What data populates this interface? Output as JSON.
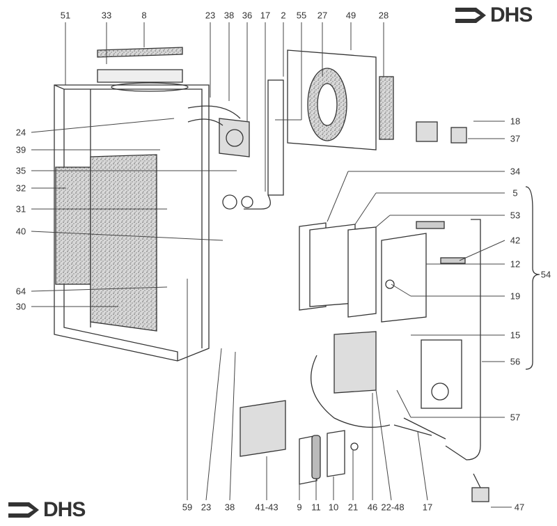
{
  "logos": {
    "top": "DHS",
    "bottom": "DHS"
  },
  "labels": {
    "top": [
      "51",
      "33",
      "8",
      "23",
      "38",
      "36",
      "17",
      "2",
      "55",
      "27",
      "49",
      "28"
    ],
    "left": [
      "24",
      "39",
      "35",
      "32",
      "31",
      "40",
      "64",
      "30"
    ],
    "right": [
      "18",
      "37",
      "34",
      "5",
      "53",
      "42",
      "12",
      "19",
      "15",
      "56",
      "57",
      "47",
      "54"
    ],
    "bottom": [
      "59",
      "23",
      "38",
      "41-43",
      "9",
      "11",
      "10",
      "21",
      "46",
      "22-48",
      "17"
    ]
  },
  "colors": {
    "ink": "#333333",
    "speckle": "#8a8a8a"
  }
}
